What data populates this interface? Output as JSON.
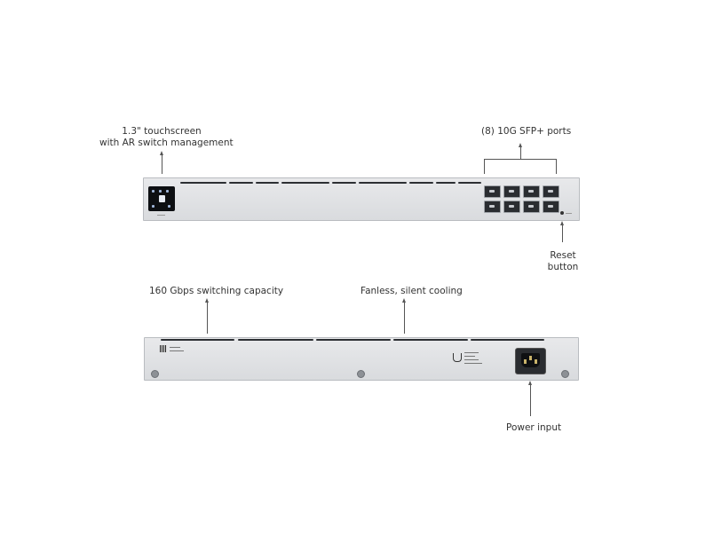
{
  "callouts": {
    "touchscreen_line1": "1.3\" touchscreen",
    "touchscreen_line2": "with AR switch management",
    "sfp_ports": "(8) 10G SFP+ ports",
    "reset_line1": "Reset",
    "reset_line2": "button",
    "switching_capacity": "160 Gbps switching capacity",
    "cooling": "Fanless, silent cooling",
    "power_input": "Power input"
  },
  "colors": {
    "chassis": "#dcdee1",
    "vents": "#2c2f33",
    "screen": "#0d0f12",
    "callout_text": "#333333"
  },
  "icons": {
    "touchscreen": "display-icon",
    "sfp_port": "sfp-cage-icon",
    "reset": "reset-pinhole-icon",
    "power": "iec-power-socket-icon",
    "brand": "ubiquiti-logo-icon"
  }
}
